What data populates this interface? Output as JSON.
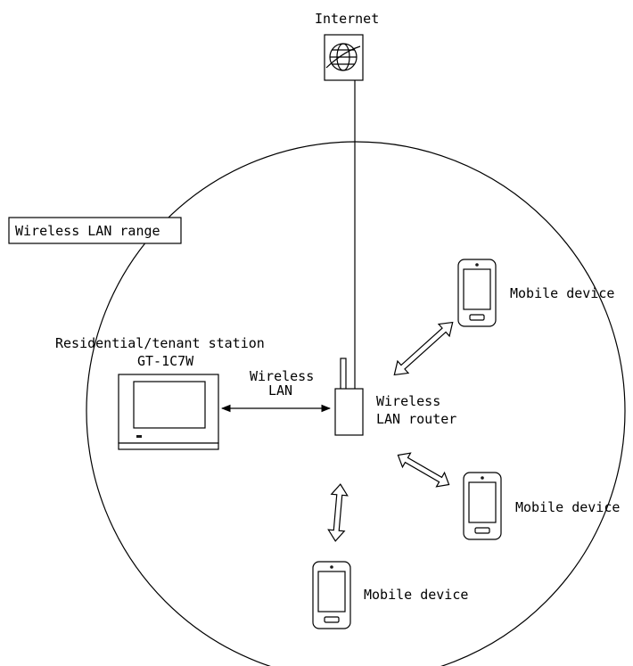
{
  "labels": {
    "internet": "Internet",
    "range": "Wireless LAN range",
    "station_line1": "Residential/tenant station",
    "station_line2": "GT-1C7W",
    "wireless_lan_line1": "Wireless",
    "wireless_lan_line2": "LAN",
    "router_line1": "Wireless",
    "router_line2": "LAN router",
    "mobile_top": "Mobile device",
    "mobile_right": "Mobile device",
    "mobile_bottom": "Mobile device"
  },
  "icons": {
    "internet": "globe-icon",
    "station": "monitor-icon",
    "router": "router-icon",
    "mobile": "smartphone-icon"
  }
}
